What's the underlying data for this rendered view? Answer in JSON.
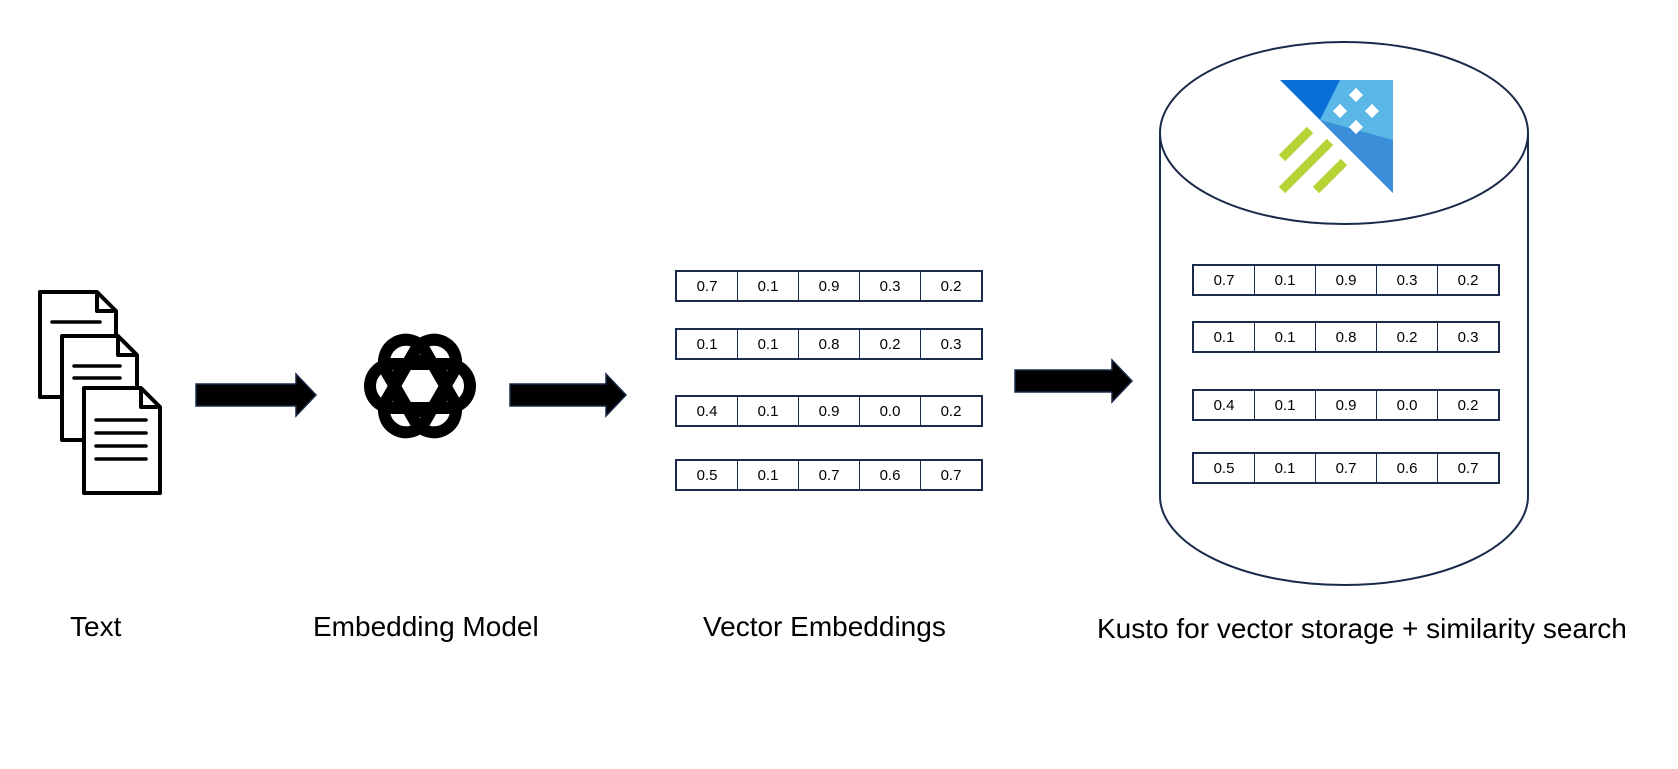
{
  "labels": {
    "text": "Text",
    "model": "Embedding Model",
    "embeddings": "Vector Embeddings",
    "kusto": "Kusto for vector storage + similarity search"
  },
  "vectors": [
    [
      "0.7",
      "0.1",
      "0.9",
      "0.3",
      "0.2"
    ],
    [
      "0.1",
      "0.1",
      "0.8",
      "0.2",
      "0.3"
    ],
    [
      "0.4",
      "0.1",
      "0.9",
      "0.0",
      "0.2"
    ],
    [
      "0.5",
      "0.1",
      "0.7",
      "0.6",
      "0.7"
    ]
  ],
  "icons": {
    "documents": "documents-icon",
    "model": "openai-logo-icon",
    "arrow": "arrow-right-icon",
    "database": "database-cylinder-icon",
    "kusto": "azure-data-explorer-logo-icon"
  },
  "colors": {
    "outline": "#1a2a4a",
    "kusto_dark_blue": "#0a6fd6",
    "kusto_light_blue": "#5bb8e6",
    "kusto_green": "#b5d334"
  }
}
